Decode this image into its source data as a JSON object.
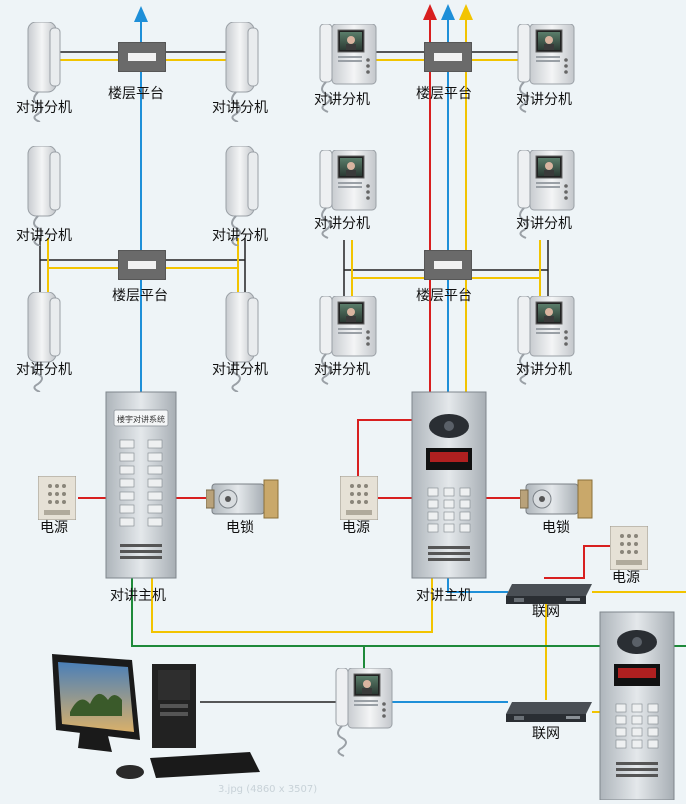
{
  "labels": {
    "intercom_extension": "对讲分机",
    "floor_platform": "楼层平台",
    "power_supply": "电源",
    "electric_lock": "电锁",
    "intercom_main": "对讲主机",
    "network": "联网",
    "panel_title": "楼宇对讲系统",
    "file_caption": "3.jpg (4860 x 3507)"
  },
  "colors": {
    "background": "#eef4f7",
    "wire_blue": "#1e8fd8",
    "wire_red": "#d81f1f",
    "wire_yellow": "#f2c400",
    "wire_green": "#1e8a3a",
    "wire_black": "#222222",
    "panel_metal": "#c9cfd4",
    "platform_box": "#6a6a6a"
  }
}
